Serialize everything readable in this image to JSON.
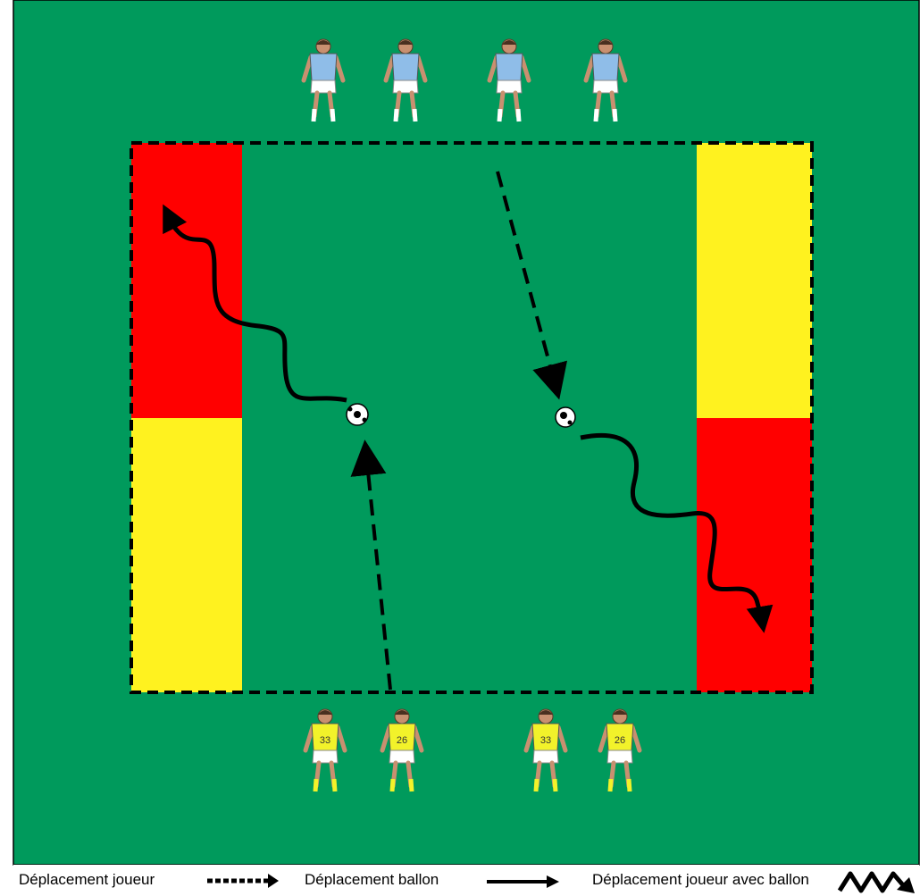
{
  "colors": {
    "pitch": "#009a5c",
    "red_zone": "#ff0000",
    "yellow_zone": "#fff21f",
    "line": "#000000",
    "blue_kit": "#8fbde8",
    "yellow_kit": "#f2f22a"
  },
  "players": {
    "top_team": {
      "kit": "light-blue",
      "count": 4
    },
    "bottom_team": {
      "kit": "yellow",
      "count": 4,
      "shirt_numbers": [
        "33",
        "26",
        "33",
        "26"
      ]
    }
  },
  "balls": {
    "count": 2
  },
  "legend": {
    "player_move": "Déplacement joueur",
    "ball_move": "Déplacement ballon",
    "player_with_ball": "Déplacement joueur avec ballon"
  }
}
